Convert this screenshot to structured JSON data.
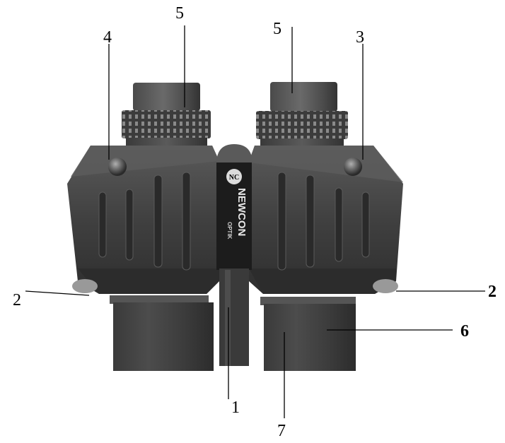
{
  "figure": {
    "labels": {
      "eyepiece_left": "5",
      "eyepiece_right": "5",
      "button_left": "4",
      "button_right": "3",
      "strap_left": "2",
      "strap_right": "2",
      "center_bar": "1",
      "objective_right": "6",
      "objective_center": "7"
    },
    "brand": {
      "name": "NEWCON",
      "sub": "OPTIK",
      "logo_text": "NC"
    },
    "colors": {
      "body_dark": "#3a3a3a",
      "body_mid": "#4a4a4a",
      "body_light": "#6a6a6a",
      "highlight": "#9a9a9a",
      "bridge": "#1e1e1e"
    }
  }
}
